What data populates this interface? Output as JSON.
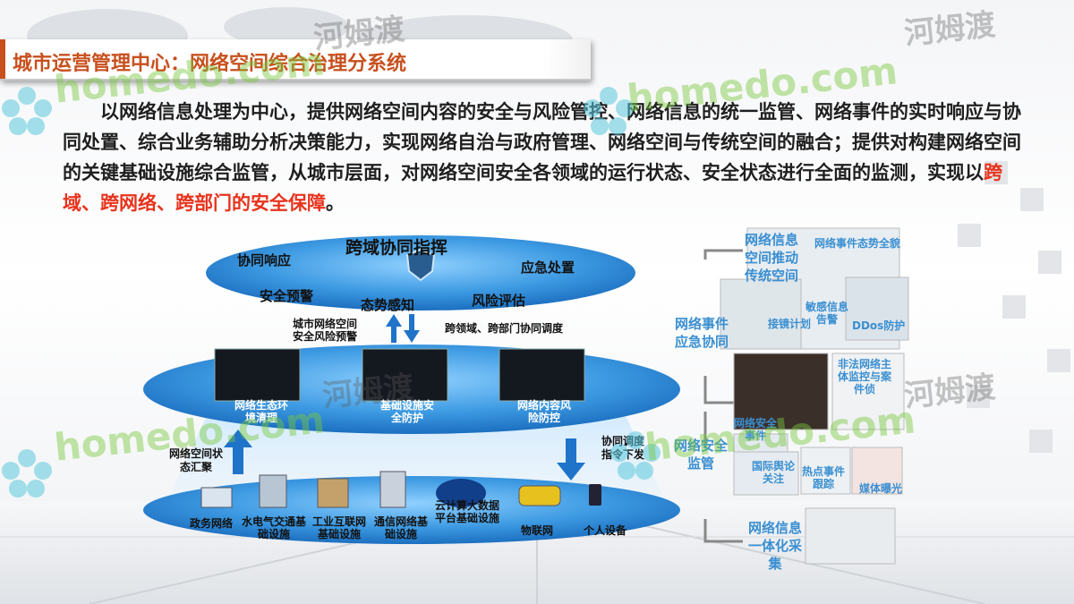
{
  "title": "城市运营管理中心：网络空间综合治理分系统",
  "intro": {
    "main": "以网络信息处理为中心，提供网络空间内容的安全与风险管控、网络信息的统一监管、网络事件的实时响应与协同处置、综合业务辅助分析决策能力，实现网络自治与政府管理、网络空间与传统空间的融合；提供对构建网络空间的关键基础设施综合监管，从城市层面，对网络空间安全各领域的运行状态、安全状态进行全面的监测，实现以",
    "highlight": "跨域、跨网络、跨部门的安全保障",
    "end": "。"
  },
  "watermark": {
    "brand": "homedo.com",
    "cn": "河姆渡"
  },
  "top_layer": {
    "title": "跨域协同指挥",
    "items": [
      "协同响应",
      "应急处置",
      "安全预警",
      "态势感知",
      "风险评估"
    ]
  },
  "arrows": {
    "up_left": "城市网络空间安全风险预警",
    "down_right": "跨领域、跨部门协同调度",
    "bottom_left": "网络空间状态汇聚",
    "bottom_right": "协同调度指令下发"
  },
  "mid_layer": {
    "items": [
      "网络生态环境清理",
      "基础设施安全防护",
      "网络内容风险防控"
    ]
  },
  "bottom_layer": {
    "items": [
      "政务网络",
      "水电气交通基础设施",
      "工业互联网基础设施",
      "通信网络基础设施",
      "云计算大数据平台基础设施",
      "物联网",
      "个人设备"
    ]
  },
  "right_panel": {
    "side_labels": [
      "网络事件应急协同",
      "网络安全监管",
      "网络信息一体化采集"
    ],
    "top_labels": [
      "网络信息空间推动传统空间",
      "网络事件态势全貌"
    ],
    "tiles": [
      "接镜计划",
      "敏感信息告警",
      "DDos防护",
      "非法网络主体监控与案件侦",
      "网络安全事件",
      "国际舆论关注",
      "热点事件跟踪",
      "媒体曝光"
    ]
  },
  "colors": {
    "accent": "#c8501e",
    "highlight": "#e8331c",
    "blue": "#3a8fd1",
    "disc": "#2e86d4"
  }
}
